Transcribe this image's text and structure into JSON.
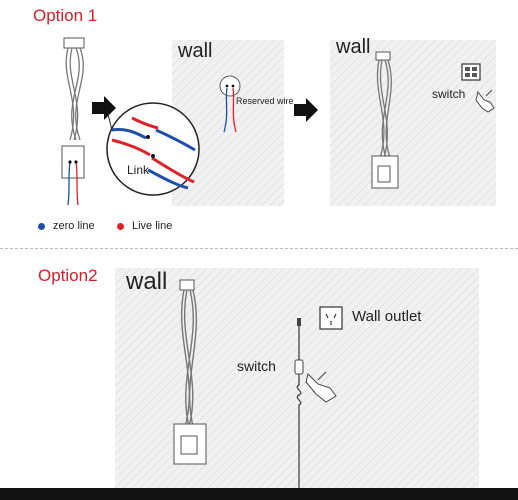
{
  "option1": {
    "title": "Option 1",
    "wall_label_a": "wall",
    "wall_label_b": "wall",
    "reserved_wire": "Reserved wire",
    "link_label": "Link",
    "switch_label": "switch"
  },
  "legend": {
    "zero_line": "zero line",
    "live_line": "Live line",
    "zero_color": "#1f4fa8",
    "live_color": "#e0202a"
  },
  "option2": {
    "title": "Option2",
    "wall_label": "wall",
    "outlet_label": "Wall outlet",
    "switch_label": "switch"
  }
}
